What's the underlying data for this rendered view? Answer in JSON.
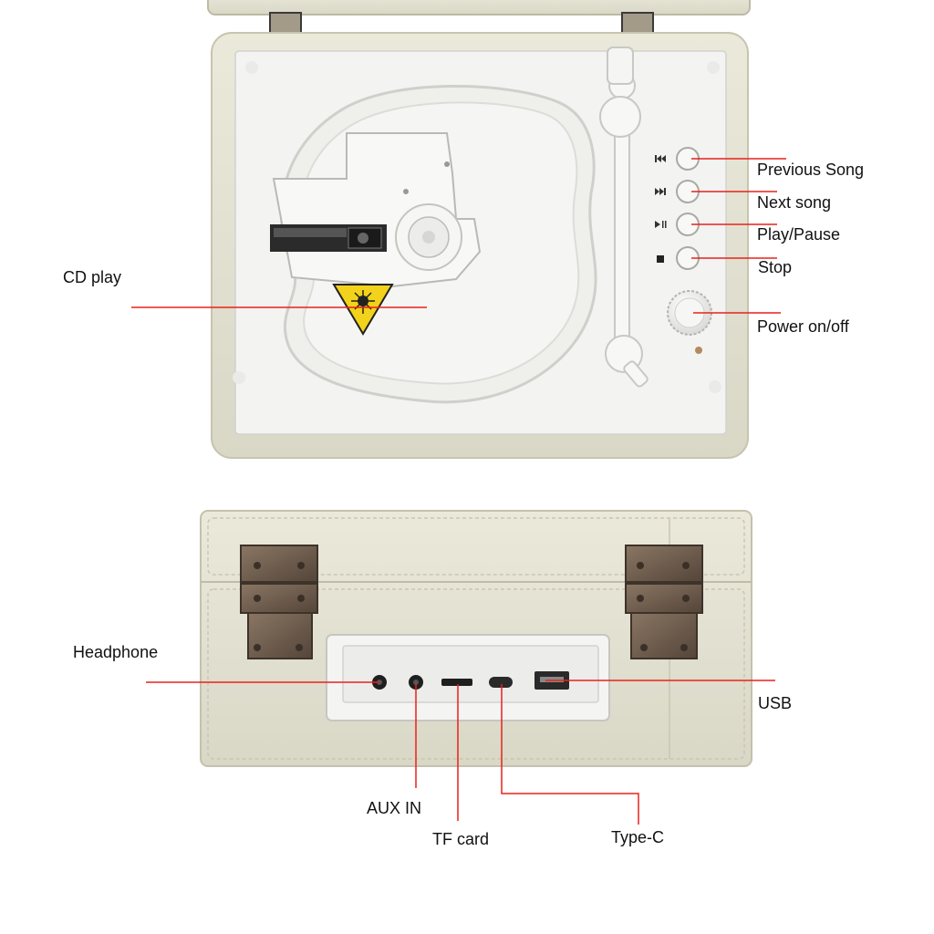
{
  "labels": {
    "cd_play": "CD play",
    "previous_song": "Previous Song",
    "next_song": "Next song",
    "play_pause": "Play/Pause",
    "stop": "Stop",
    "power": "Power on/off",
    "headphone": "Headphone",
    "usb": "USB",
    "aux_in": "AUX IN",
    "tf_card": "TF card",
    "type_c": "Type-C"
  },
  "icons": {
    "previous": "previous-track-icon",
    "next": "next-track-icon",
    "play_pause": "play-pause-icon",
    "stop": "stop-icon",
    "laser_warning": "laser-warning-icon"
  },
  "colors": {
    "leader_line": "#e8221c",
    "case_cream": "#e4e2d2",
    "panel_white": "#f3f3f1",
    "hinge_bronze": "#6e5b4a",
    "warning_yellow": "#f2d21b"
  }
}
